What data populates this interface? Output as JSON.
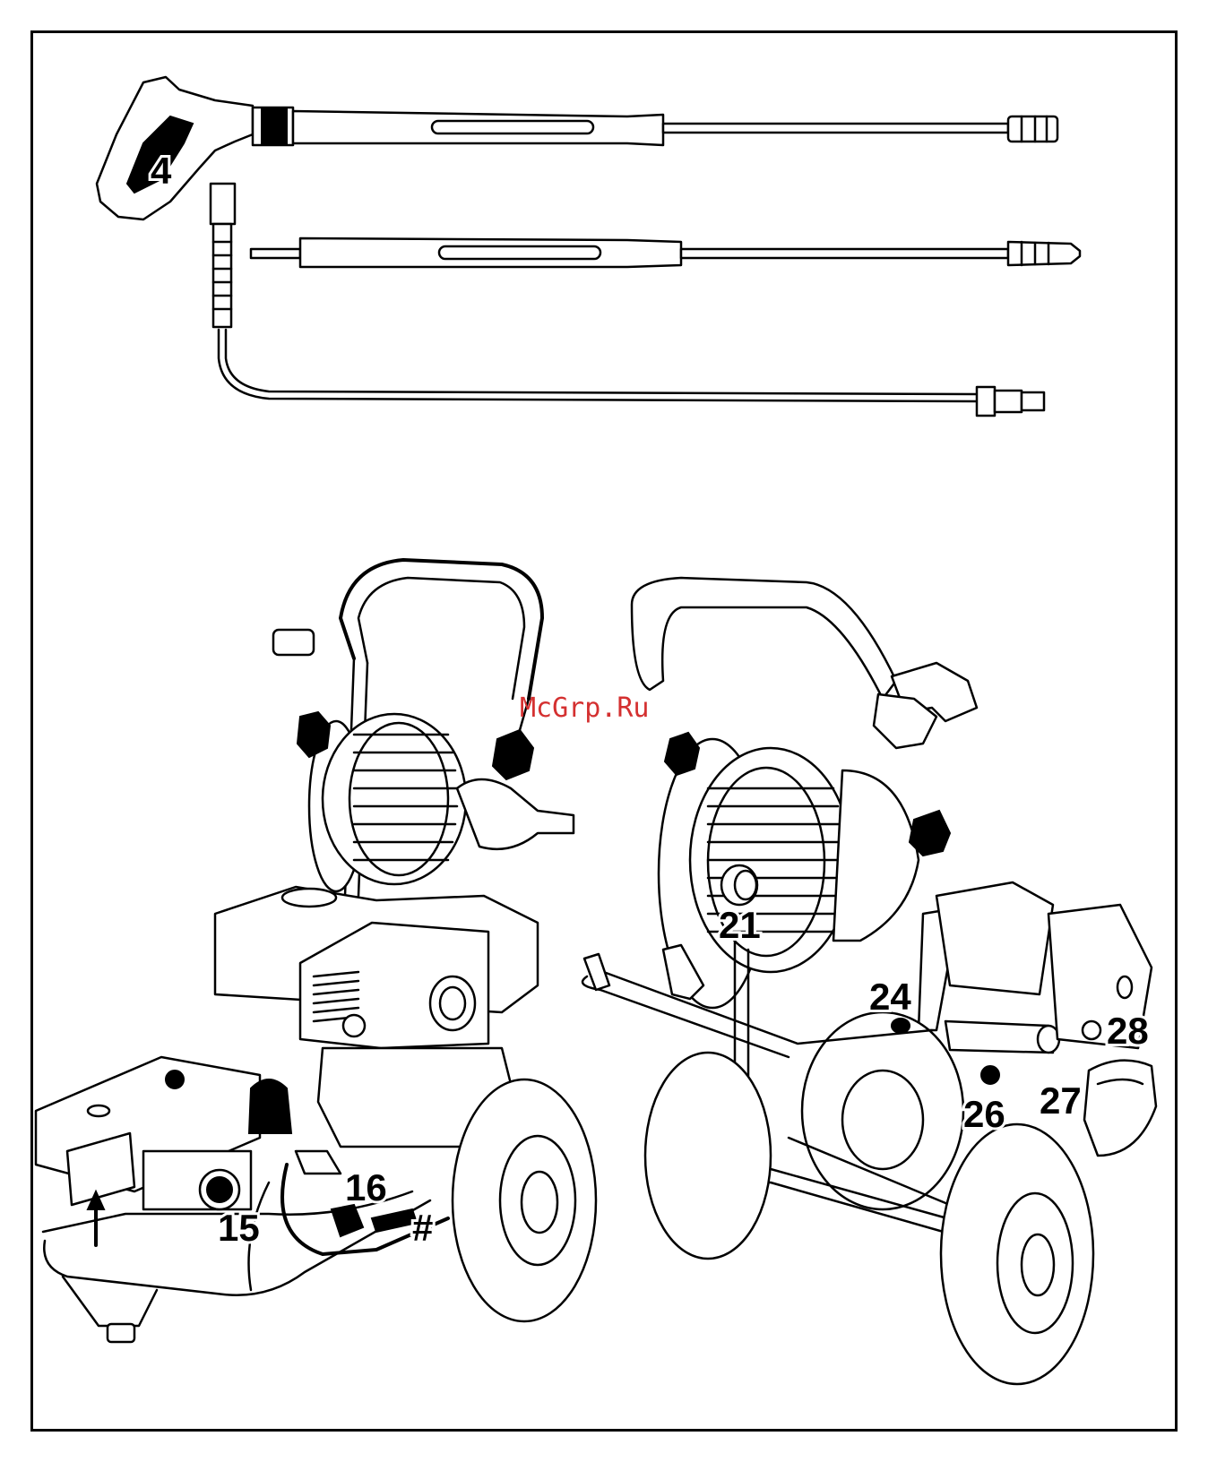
{
  "watermark": "McGrp.Ru",
  "callouts": {
    "c4": "4",
    "c15": "15",
    "c16": "16",
    "hash": "#",
    "c21": "21",
    "c24": "24",
    "c26": "26",
    "c27": "27",
    "c28": "28"
  }
}
